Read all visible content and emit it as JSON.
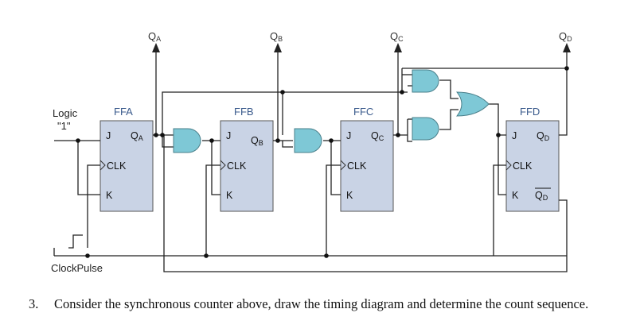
{
  "labels": {
    "logic": "Logic",
    "one": "\"1\"",
    "clock": "ClockPulse"
  },
  "outputs": [
    {
      "q": "Q",
      "sub": "A"
    },
    {
      "q": "Q",
      "sub": "B"
    },
    {
      "q": "Q",
      "sub": "C"
    },
    {
      "q": "Q",
      "sub": "D"
    }
  ],
  "flipflops": [
    {
      "name": "FFA",
      "j": "J",
      "clk": "CLK",
      "k": "K",
      "q": "Q",
      "q_sub": "A"
    },
    {
      "name": "FFB",
      "j": "J",
      "clk": "CLK",
      "k": "K",
      "q": "Q",
      "q_sub": "B"
    },
    {
      "name": "FFC",
      "j": "J",
      "clk": "CLK",
      "k": "K",
      "q": "Q",
      "q_sub": "C"
    },
    {
      "name": "FFD",
      "j": "J",
      "clk": "CLK",
      "k": "K",
      "q": "Q",
      "q_sub": "D",
      "qbar": "Q",
      "qbar_sub": "D"
    }
  ],
  "question": {
    "number": "3.",
    "text": "Consider the synchronous counter above, draw the timing diagram and determine the count sequence."
  },
  "colors": {
    "ff_fill": "#c9d3e5",
    "gate_fill": "#7ec8d6",
    "wire": "#222222"
  }
}
